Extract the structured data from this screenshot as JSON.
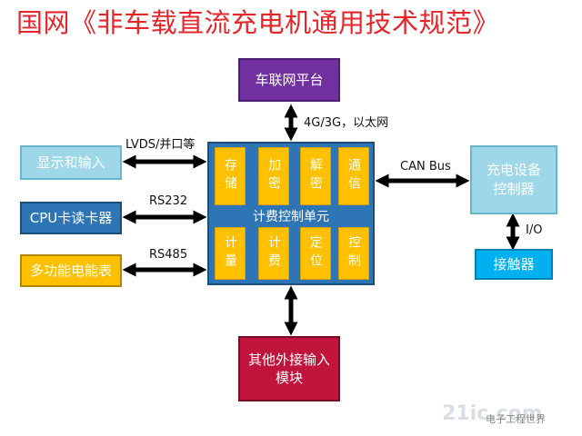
{
  "title": "国网《非车载直流充电机通用技术规范》",
  "platform": "车联网平台",
  "network_label": "4G/3G，以太网",
  "left_boxes": {
    "display": "显示和输入",
    "cpu": "CPU卡读卡器",
    "meter": "多功能电能表"
  },
  "left_links": {
    "display": "LVDS/并口等",
    "cpu": "RS232",
    "meter": "RS485"
  },
  "control_unit": {
    "label": "计费控制单元",
    "top_cells": [
      "存储",
      "加密",
      "解密",
      "通信"
    ],
    "bottom_cells": [
      "计量",
      "计费",
      "定位",
      "控制"
    ]
  },
  "can_label": "CAN Bus",
  "charger": "充电设备控制器",
  "io_label": "I/O",
  "contactor": "接触器",
  "other": "其他外接输入模块",
  "watermark": {
    "main": "21ic.com",
    "sub": "电子工程世界"
  },
  "colors": {
    "title": "#e5262a",
    "platform": "#7030a0",
    "other": "#c0143c",
    "unit": "#2e75b6",
    "cell": "#ffc000",
    "light_blue": "#9ed8e8",
    "contactor": "#00b0f0",
    "arrow": "#000000"
  }
}
